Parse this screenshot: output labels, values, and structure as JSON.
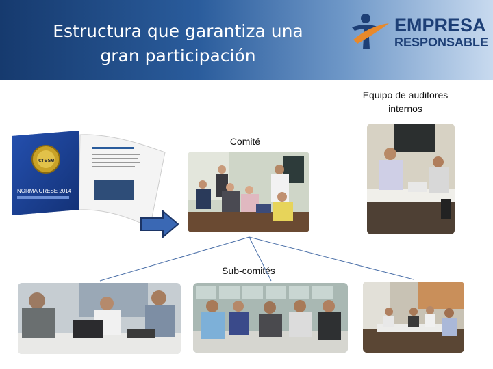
{
  "header": {
    "title_line1": "Estructura que garantiza una",
    "title_line2": "gran participación"
  },
  "logo": {
    "word1": "EMPRESA",
    "word2": "RESPONSABLE",
    "colors": {
      "navy": "#1d3f76",
      "orange": "#e8892b"
    }
  },
  "booklet": {
    "cover_text": "NORMA CRESE 2014",
    "seal_text": "crese"
  },
  "labels": {
    "auditores_line1": "Equipo de auditores",
    "auditores_line2": "internos",
    "comite": "Comité",
    "subcomites": "Sub-comités"
  },
  "icons": {
    "arrow": "right-arrow-icon"
  }
}
